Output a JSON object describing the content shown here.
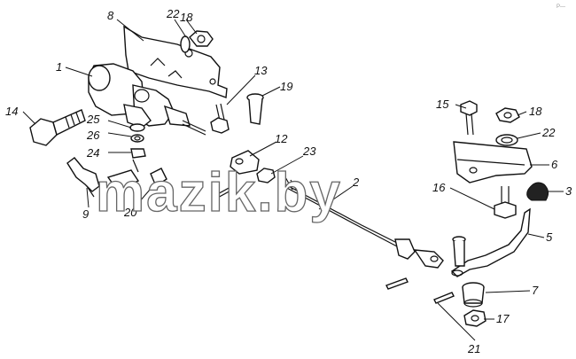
{
  "watermark": "mazik.by",
  "corner_mark": "P—",
  "callouts": {
    "c1": "1",
    "c2": "2",
    "c3": "3",
    "c5": "5",
    "c6": "6",
    "c7": "7",
    "c8": "8",
    "c9": "9",
    "c12": "12",
    "c13": "13",
    "c14": "14",
    "c15": "15",
    "c16": "16",
    "c17": "17",
    "c18a": "18",
    "c18b": "18",
    "c19": "19",
    "c20": "20",
    "c21": "21",
    "c22a": "22",
    "c22b": "22",
    "c23": "23",
    "c24": "24",
    "c25": "25",
    "c26": "26"
  }
}
